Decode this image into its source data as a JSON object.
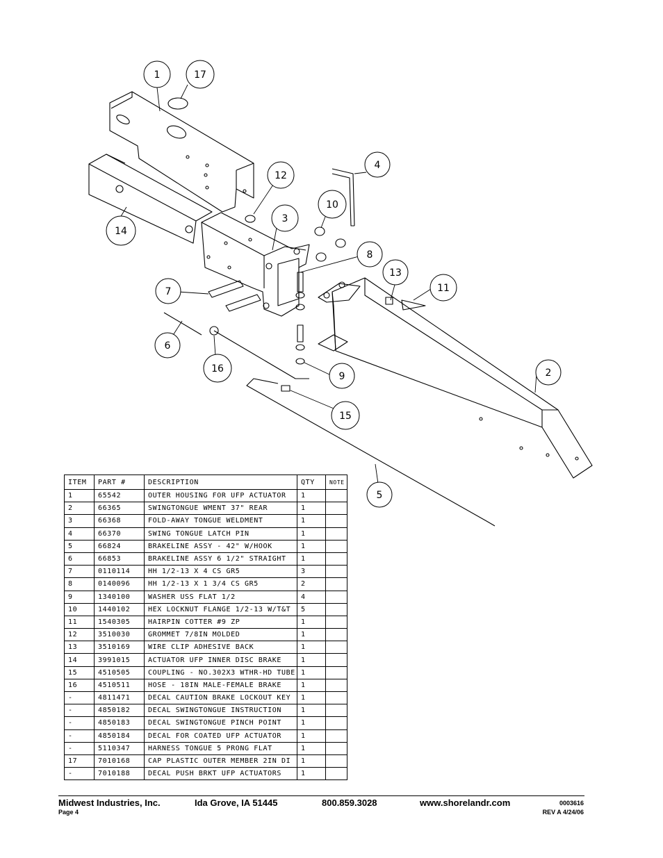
{
  "callouts": [
    "1",
    "17",
    "12",
    "4",
    "10",
    "3",
    "14",
    "8",
    "13",
    "11",
    "7",
    "6",
    "16",
    "9",
    "2",
    "15",
    "5"
  ],
  "table": {
    "headers": [
      "ITEM",
      "PART #",
      "DESCRIPTION",
      "QTY",
      "NOTE"
    ],
    "rows": [
      [
        "1",
        "65542",
        "OUTER HOUSING FOR UFP ACTUATOR",
        "1",
        ""
      ],
      [
        "2",
        "66365",
        "SWINGTONGUE WMENT 37\" REAR",
        "1",
        ""
      ],
      [
        "3",
        "66368",
        "FOLD-AWAY TONGUE WELDMENT",
        "1",
        ""
      ],
      [
        "4",
        "66370",
        "SWING TONGUE LATCH PIN",
        "1",
        ""
      ],
      [
        "5",
        "66824",
        "BRAKELINE ASSY - 42\" W/HOOK",
        "1",
        ""
      ],
      [
        "6",
        "66853",
        "BRAKELINE ASSY 6 1/2\" STRAIGHT",
        "1",
        ""
      ],
      [
        "7",
        "0110114",
        "HH 1/2-13 X 4 CS GR5",
        "3",
        ""
      ],
      [
        "8",
        "0140096",
        "HH 1/2-13 X 1 3/4 CS GR5",
        "2",
        ""
      ],
      [
        "9",
        "1340100",
        "WASHER USS FLAT 1/2",
        "4",
        ""
      ],
      [
        "10",
        "1440102",
        "HEX LOCKNUT FLANGE 1/2-13 W/T&T",
        "5",
        ""
      ],
      [
        "11",
        "1540305",
        "HAIRPIN COTTER #9 ZP",
        "1",
        ""
      ],
      [
        "12",
        "3510030",
        "GROMMET  7/8IN MOLDED",
        "1",
        ""
      ],
      [
        "13",
        "3510169",
        "WIRE CLIP   ADHESIVE BACK",
        "1",
        ""
      ],
      [
        "14",
        "3991015",
        "ACTUATOR UFP INNER  DISC BRAKE",
        "1",
        ""
      ],
      [
        "15",
        "4510505",
        "COUPLING - NO.302X3 WTHR-HD TUBE",
        "1",
        ""
      ],
      [
        "16",
        "4510511",
        "HOSE - 18IN MALE-FEMALE BRAKE",
        "1",
        ""
      ],
      [
        "-",
        "4811471",
        "DECAL CAUTION BRAKE LOCKOUT KEY",
        "1",
        ""
      ],
      [
        "-",
        "4850182",
        "DECAL SWINGTONGUE INSTRUCTION",
        "1",
        ""
      ],
      [
        "-",
        "4850183",
        "DECAL SWINGTONGUE PINCH POINT",
        "1",
        ""
      ],
      [
        "-",
        "4850184",
        "DECAL FOR COATED UFP ACTUATOR",
        "1",
        ""
      ],
      [
        "-",
        "5110347",
        "HARNESS  TONGUE 5 PRONG FLAT",
        "1",
        ""
      ],
      [
        "17",
        "7010168",
        "CAP  PLASTIC OUTER MEMBER 2IN DI",
        "1",
        ""
      ],
      [
        "-",
        "7010188",
        "DECAL PUSH BRKT UFP ACTUATORS",
        "1",
        ""
      ]
    ]
  },
  "footer": {
    "company": "Midwest Industries, Inc.",
    "city": "Ida Grove, IA  51445",
    "phone": "800.859.3028",
    "web": "www.shorelandr.com",
    "page": "Page 4",
    "doc_no": "0003616",
    "rev": "REV A  4/24/06"
  }
}
